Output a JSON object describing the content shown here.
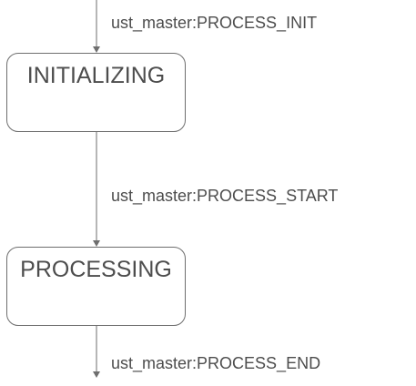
{
  "states": [
    {
      "id": "initializing",
      "name": "INITIALIZING"
    },
    {
      "id": "processing",
      "name": "PROCESSING"
    }
  ],
  "transitions": [
    {
      "label": "ust_master:PROCESS_INIT",
      "from": null,
      "to": "initializing"
    },
    {
      "label": "ust_master:PROCESS_START",
      "from": "initializing",
      "to": "processing"
    },
    {
      "label": "ust_master:PROCESS_END",
      "from": "processing",
      "to": null
    }
  ],
  "colors": {
    "line": "#6e6e6e",
    "text": "#4d4d4d",
    "background": "#ffffff"
  }
}
